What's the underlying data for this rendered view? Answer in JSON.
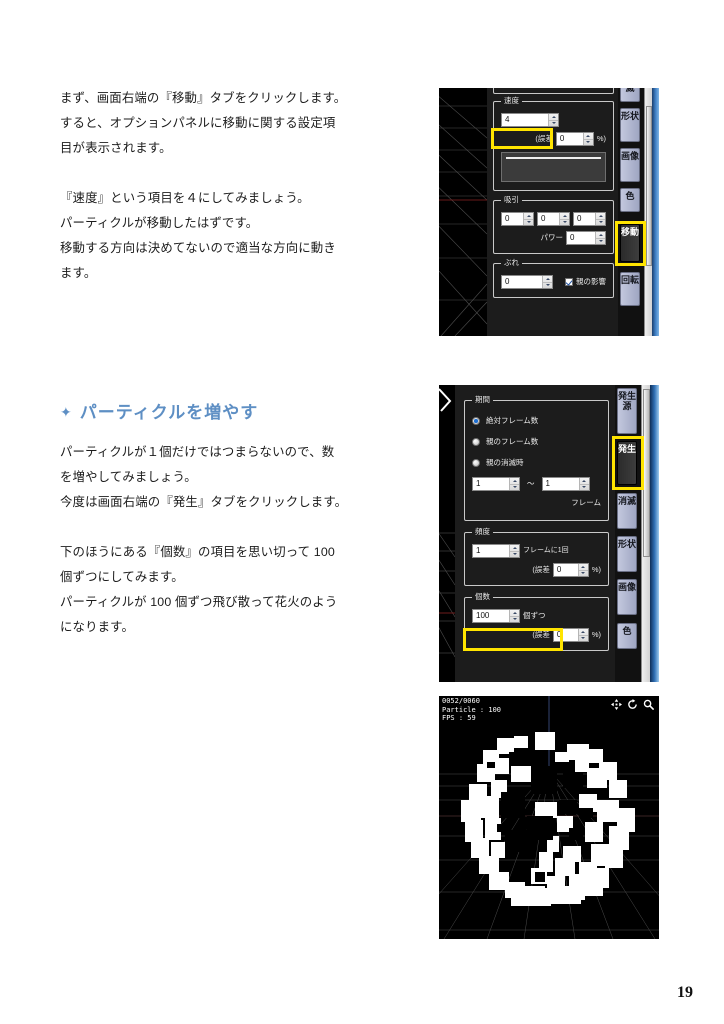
{
  "page": {
    "number": "19"
  },
  "body_text": {
    "block1": [
      "まず、画面右端の『移動』タブをクリックします。",
      "すると、オプションパネルに移動に関する設定項",
      "目が表示されます。"
    ],
    "block2": [
      "『速度』という項目を４にしてみましょう。",
      "パーティクルが移動したはずです。",
      "移動する方向は決めてないので適当な方向に動き",
      "ます。"
    ],
    "block3": [
      "パーティクルが１個だけではつまらないので、数",
      "を増やしてみましょう。",
      "今度は画面右端の『発生』タブをクリックします。"
    ],
    "block4": [
      "下のほうにある『個数』の項目を思い切って 100",
      "個ずつにしてみます。",
      "パーティクルが 100 個ずつ飛び散って花火のよう",
      "になります。"
    ]
  },
  "heading": {
    "sparkle": "✦",
    "text": "パーティクルを増やす",
    "color": "#5e8fc4"
  },
  "figure_move": {
    "groups": {
      "speed": {
        "title": "速度",
        "value": "4",
        "error_label": "(誤差",
        "error_value": "0",
        "error_unit": "%)"
      },
      "attract": {
        "title": "吸引",
        "x": "0",
        "y": "0",
        "z": "0",
        "power_label": "パワー",
        "power_value": "0"
      },
      "shake": {
        "title": "ぶれ",
        "value": "0",
        "parent_influence_label": "親の影響"
      }
    },
    "tabs": [
      {
        "label": "滅",
        "active": false
      },
      {
        "label": "形状",
        "active": false
      },
      {
        "label": "画像",
        "active": false
      },
      {
        "label": "色",
        "active": false
      },
      {
        "label": "移動",
        "active": true
      },
      {
        "label": "回転",
        "active": false
      }
    ],
    "highlight_color": "#ffe400"
  },
  "figure_emit": {
    "groups": {
      "duration": {
        "title": "期間",
        "options": [
          {
            "label": "絶対フレーム数",
            "selected": true
          },
          {
            "label": "親のフレーム数",
            "selected": false
          },
          {
            "label": "親の消滅時",
            "selected": false
          }
        ],
        "from": "1",
        "tilde": "〜",
        "to": "1",
        "unit": "フレーム"
      },
      "frequency": {
        "title": "頻度",
        "value": "1",
        "unit": "フレームに1回",
        "error_label": "(誤差",
        "error_value": "0",
        "error_unit": "%)"
      },
      "count": {
        "title": "個数",
        "value": "100",
        "unit": "個ずつ",
        "error_label": "(誤差",
        "error_value": "0",
        "error_unit": "%)"
      }
    },
    "tabs": [
      {
        "label": "発生源",
        "active": false
      },
      {
        "label": "発生",
        "active": true
      },
      {
        "label": "消滅",
        "active": false
      },
      {
        "label": "形状",
        "active": false
      },
      {
        "label": "画像",
        "active": false
      },
      {
        "label": "色",
        "active": false
      }
    ],
    "highlight_color": "#ffe400"
  },
  "figure_viewport": {
    "osd": {
      "frame": "0052/0060",
      "particle": "Particle : 100",
      "fps": "FPS : 59"
    },
    "icons": [
      "pan-icon",
      "rotate-icon",
      "zoom-icon"
    ]
  }
}
